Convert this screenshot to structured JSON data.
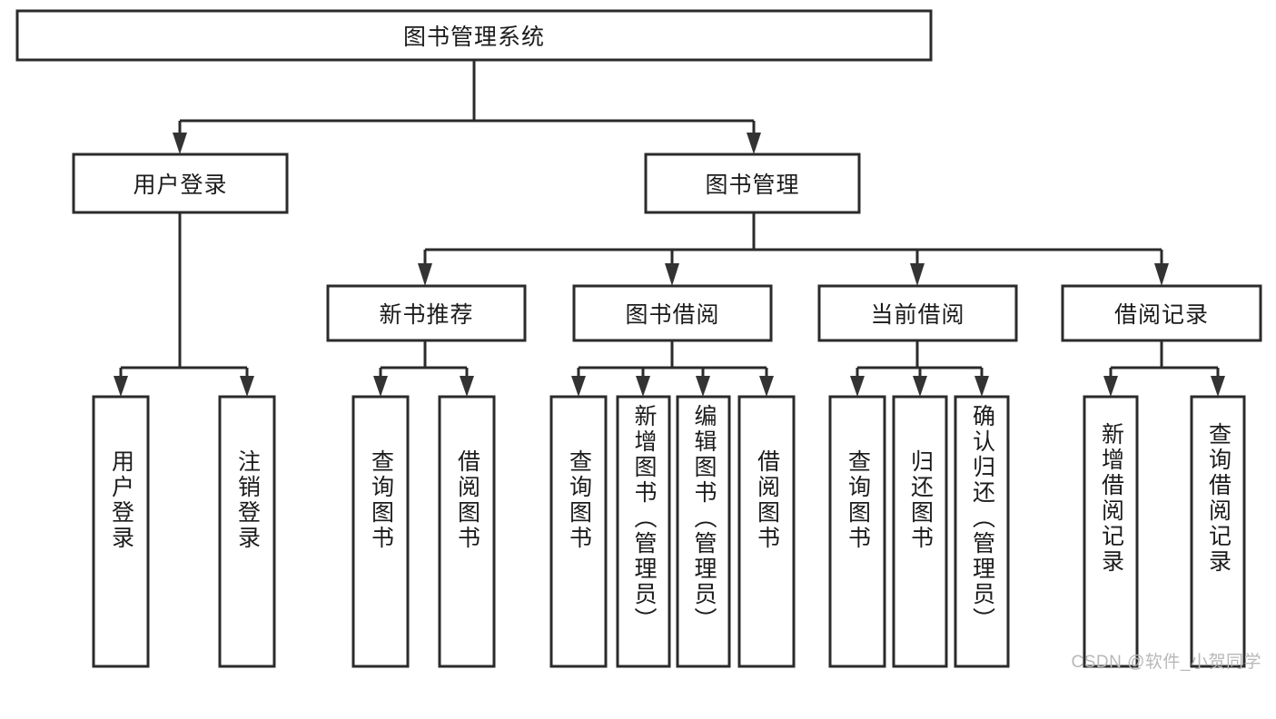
{
  "diagram": {
    "type": "tree-hierarchy",
    "title": "图书管理系统",
    "watermark": "CSDN @软件_小贺同学",
    "colors": {
      "box_stroke": "#2b2b2b",
      "box_fill": "#ffffff",
      "connector": "#2b2b2b",
      "text": "#1b1b1b",
      "watermark": "#b8b8b8",
      "background": "#ffffff"
    },
    "root": {
      "label": "图书管理系统"
    },
    "level2": [
      {
        "id": "user-login",
        "label": "用户登录"
      },
      {
        "id": "book-management",
        "label": "图书管理"
      }
    ],
    "level3": [
      {
        "id": "new-book-recommend",
        "label": "新书推荐",
        "parent": "book-management"
      },
      {
        "id": "book-borrow",
        "label": "图书借阅",
        "parent": "book-management"
      },
      {
        "id": "current-borrow",
        "label": "当前借阅",
        "parent": "book-management"
      },
      {
        "id": "borrow-record",
        "label": "借阅记录",
        "parent": "book-management"
      }
    ],
    "leaves": [
      {
        "id": "leaf-user-login",
        "label": "用户登录",
        "parent": "user-login"
      },
      {
        "id": "leaf-logout-login",
        "label": "注销登录",
        "parent": "user-login"
      },
      {
        "id": "leaf-query-book-1",
        "label": "查询图书",
        "parent": "new-book-recommend"
      },
      {
        "id": "leaf-borrow-book-1",
        "label": "借阅图书",
        "parent": "new-book-recommend"
      },
      {
        "id": "leaf-query-book-2",
        "label": "查询图书",
        "parent": "book-borrow"
      },
      {
        "id": "leaf-add-book",
        "label": "新增图书（管理员）",
        "parent": "book-borrow"
      },
      {
        "id": "leaf-edit-book",
        "label": "编辑图书（管理员）",
        "parent": "book-borrow"
      },
      {
        "id": "leaf-borrow-book-2",
        "label": "借阅图书",
        "parent": "book-borrow"
      },
      {
        "id": "leaf-query-book-3",
        "label": "查询图书",
        "parent": "current-borrow"
      },
      {
        "id": "leaf-return-book",
        "label": "归还图书",
        "parent": "current-borrow"
      },
      {
        "id": "leaf-confirm-return",
        "label": "确认归还（管理员）",
        "parent": "current-borrow"
      },
      {
        "id": "leaf-add-record",
        "label": "新增借阅记录",
        "parent": "borrow-record"
      },
      {
        "id": "leaf-query-record",
        "label": "查询借阅记录",
        "parent": "borrow-record"
      }
    ]
  }
}
